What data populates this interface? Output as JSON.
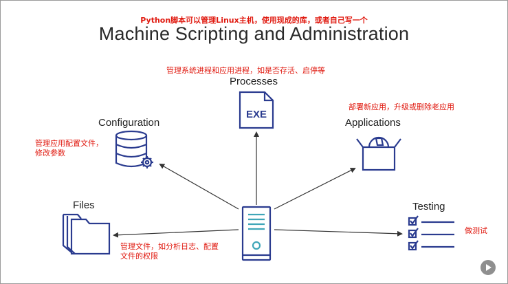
{
  "slide": {
    "title": "Machine Scripting and Administration",
    "note_top": "Python脚本可以管理Linux主机，使用现成的库，或者自己写一个",
    "processes": {
      "label": "Processes",
      "note": "管理系统进程和应用进程，如是否存活、启停等",
      "icon_text": "EXE"
    },
    "configuration": {
      "label": "Configuration",
      "note_line1": "管理应用配置文件，",
      "note_line2": "修改参数"
    },
    "applications": {
      "label": "Applications",
      "note": "部署新应用，升级或删除老应用"
    },
    "files": {
      "label": "Files",
      "note_line1": "管理文件，如分析日志、配置",
      "note_line2": "文件的权限"
    },
    "testing": {
      "label": "Testing",
      "note": "做测试"
    }
  },
  "colors": {
    "icon": "#2a3b8f",
    "accent": "#e0190f",
    "server_accent": "#3fa6b8"
  },
  "icons": [
    "exe-file-icon",
    "database-gear-icon",
    "application-box-icon",
    "folder-files-icon",
    "checklist-icon",
    "server-icon",
    "play-icon"
  ]
}
